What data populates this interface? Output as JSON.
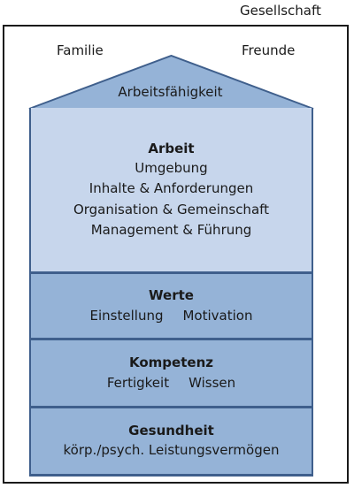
{
  "context": {
    "outer": "Gesellschaft",
    "left": "Familie",
    "right": "Freunde"
  },
  "roof": {
    "label": "Arbeitsfähigkeit",
    "fill": "#95b3d7",
    "stroke": "#3f5f8c"
  },
  "floors": {
    "arbeit": {
      "title": "Arbeit",
      "items": [
        "Umgebung",
        "Inhalte & Anforderungen",
        "Organisation & Gemeinschaft",
        "Management & Führung"
      ]
    },
    "werte": {
      "title": "Werte",
      "items": [
        "Einstellung",
        "Motivation"
      ]
    },
    "kompetenz": {
      "title": "Kompetenz",
      "items": [
        "Fertigkeit",
        "Wissen"
      ]
    },
    "gesundheit": {
      "title": "Gesundheit",
      "items": [
        "körp./psych. Leistungsvermögen"
      ]
    }
  },
  "colors": {
    "top_floor": "#c7d6ec",
    "lower_floors": "#95b3d7",
    "outline": "#3f5f8c"
  }
}
